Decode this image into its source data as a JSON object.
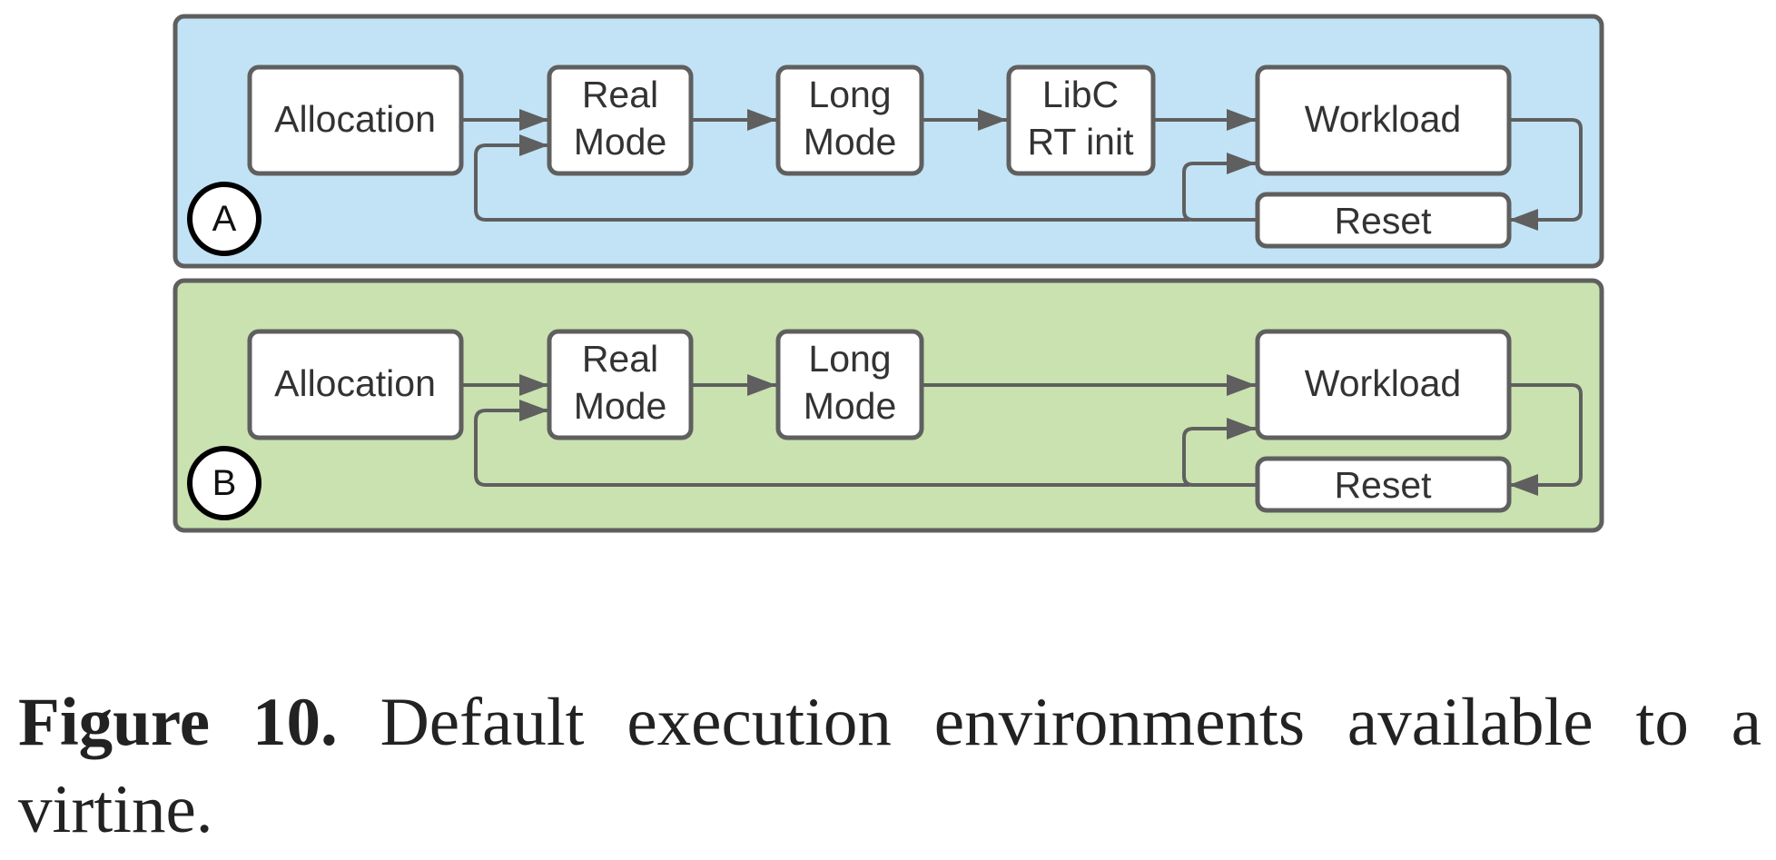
{
  "colors": {
    "panel_a_fill": "#c2e3f6",
    "panel_b_fill": "#c9e2b0",
    "border": "#5f5f5f",
    "box_fill": "#ffffff",
    "text": "#333333"
  },
  "panels": [
    {
      "id": "a",
      "badge": "A",
      "nodes": {
        "allocation": "Allocation",
        "real_mode": [
          "Real",
          "Mode"
        ],
        "long_mode": [
          "Long",
          "Mode"
        ],
        "libc_rt_init": [
          "LibC",
          "RT init"
        ],
        "workload": "Workload",
        "reset": "Reset"
      },
      "edges": [
        [
          "allocation",
          "real_mode"
        ],
        [
          "real_mode",
          "long_mode"
        ],
        [
          "long_mode",
          "libc_rt_init"
        ],
        [
          "libc_rt_init",
          "workload"
        ],
        [
          "workload",
          "reset"
        ],
        [
          "reset",
          "workload"
        ],
        [
          "reset",
          "real_mode"
        ]
      ]
    },
    {
      "id": "b",
      "badge": "B",
      "nodes": {
        "allocation": "Allocation",
        "real_mode": [
          "Real",
          "Mode"
        ],
        "long_mode": [
          "Long",
          "Mode"
        ],
        "workload": "Workload",
        "reset": "Reset"
      },
      "edges": [
        [
          "allocation",
          "real_mode"
        ],
        [
          "real_mode",
          "long_mode"
        ],
        [
          "long_mode",
          "workload"
        ],
        [
          "workload",
          "reset"
        ],
        [
          "reset",
          "workload"
        ],
        [
          "reset",
          "real_mode"
        ]
      ]
    }
  ],
  "caption": {
    "label": "Figure 10.",
    "text": "Default execution environments available to a virtine."
  }
}
